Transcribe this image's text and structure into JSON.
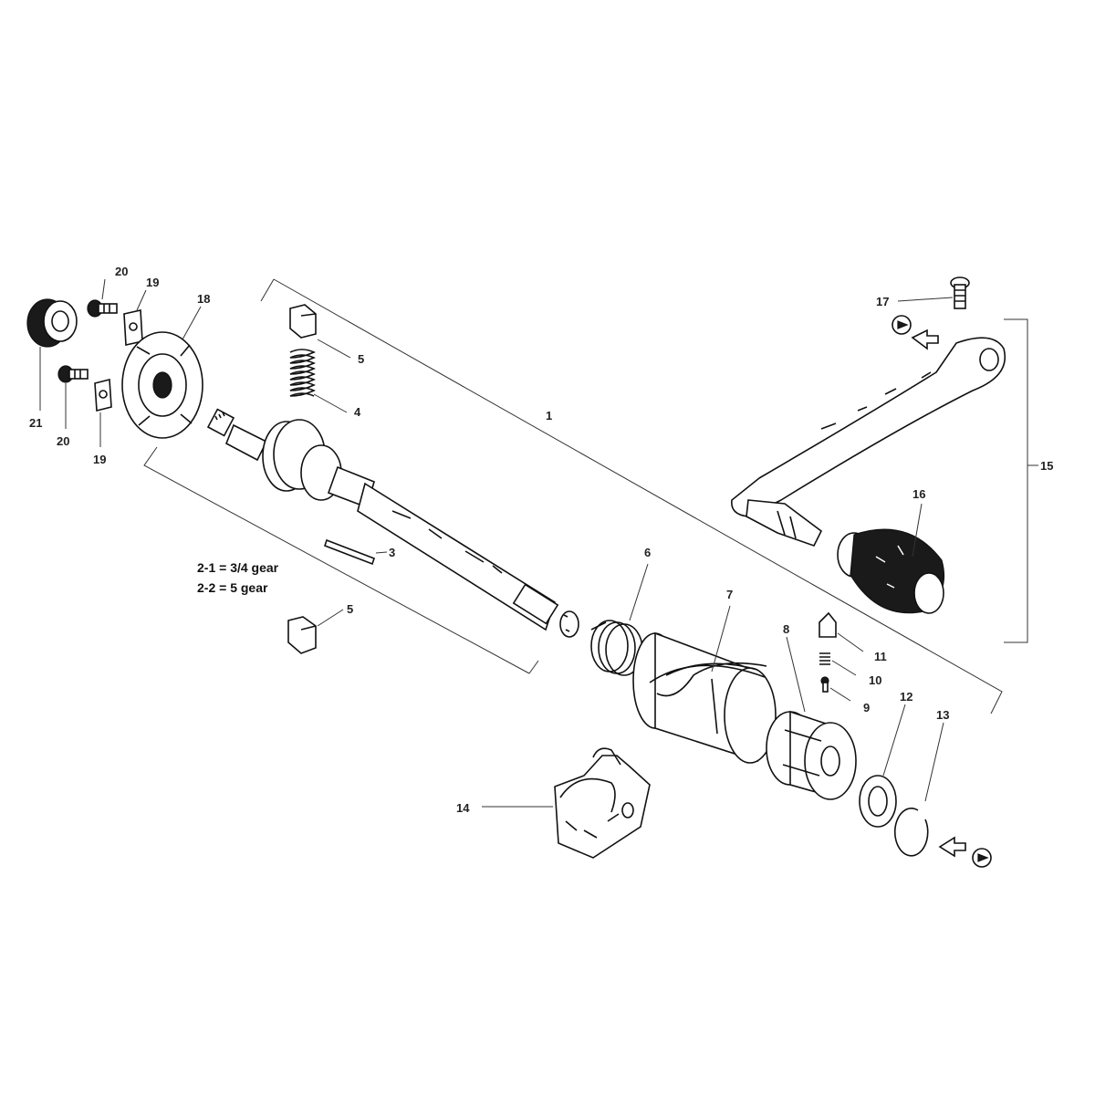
{
  "callouts": {
    "p1": "1",
    "p3": "3",
    "p4": "4",
    "p5a": "5",
    "p5b": "5",
    "p6": "6",
    "p7": "7",
    "p8": "8",
    "p9": "9",
    "p10": "10",
    "p11": "11",
    "p12": "12",
    "p13": "13",
    "p14": "14",
    "p15": "15",
    "p16": "16",
    "p17": "17",
    "p18": "18",
    "p19a": "19",
    "p19b": "19",
    "p20a": "20",
    "p20b": "20",
    "p21": "21"
  },
  "notes": {
    "line1": "2-1 = 3/4 gear",
    "line2": "2-2 = 5 gear"
  }
}
